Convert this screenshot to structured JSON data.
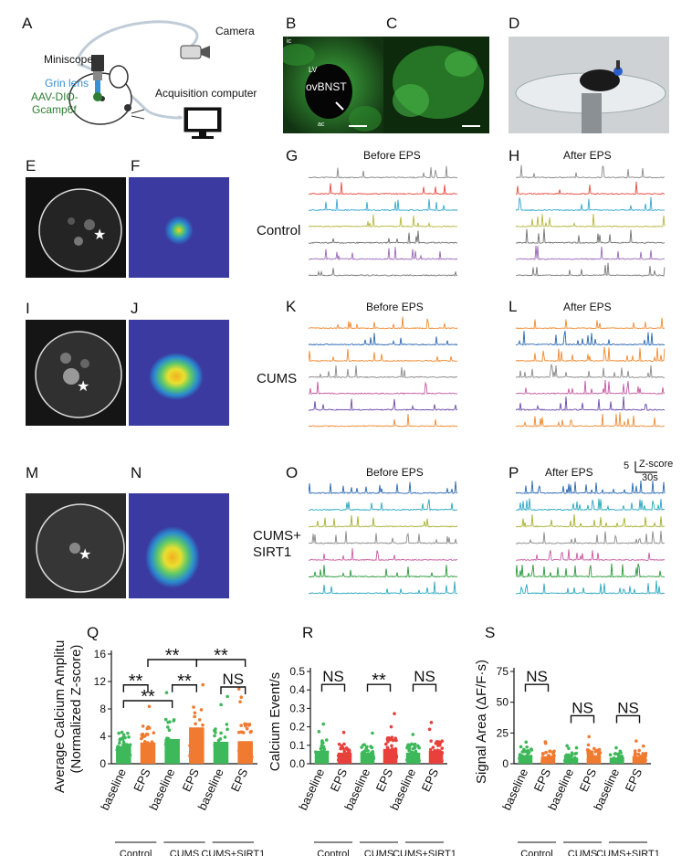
{
  "panels": {
    "A": "A",
    "B": "B",
    "C": "C",
    "D": "D",
    "E": "E",
    "F": "F",
    "G": "G",
    "H": "H",
    "I": "I",
    "J": "J",
    "K": "K",
    "L": "L",
    "M": "M",
    "N": "N",
    "O": "O",
    "P": "P",
    "Q": "Q",
    "R": "R",
    "S": "S"
  },
  "panelA": {
    "camera": "Camera",
    "miniscope": "Miniscope",
    "grin_lens": "Grin lens",
    "virus_line1": "AAV-DIO-",
    "virus_line2": "Gcamp6f",
    "acquisition": "Acquisition computer",
    "colors": {
      "grin": "#3a8fd0",
      "virus": "#2e7d32"
    }
  },
  "panelB": {
    "ic": "ic",
    "lv": "LV",
    "ovbnst": "ovBNST",
    "ac": "ac"
  },
  "traces": {
    "before": "Before EPS",
    "after": "After EPS",
    "control": "Control",
    "cums": "CUMS",
    "cums_sirt1_line1": "CUMS+",
    "cums_sirt1_line2": "SIRT1",
    "scale_value": "5",
    "scale_unit": "Z-score",
    "scale_time": "30s",
    "control_colors": [
      "#8a8a8a",
      "#e8483c",
      "#35a8d0",
      "#b5b83a",
      "#707070",
      "#9a6ab8",
      "#7a7a7a"
    ],
    "cums_colors": [
      "#f08a30",
      "#2a68b0",
      "#f08a30",
      "#8a8a8a",
      "#c35aa0",
      "#6a4aa8",
      "#f08a30"
    ],
    "sirt1_colors": [
      "#2a68b0",
      "#2aa8c0",
      "#a8b030",
      "#8a8a8a",
      "#c85aa0",
      "#2a9a3a",
      "#2aa8c0"
    ]
  },
  "groups": [
    "Control",
    "CUMS",
    "CUMS+SIRT1"
  ],
  "x_ticks": [
    "baseline",
    "EPS",
    "baseline",
    "EPS",
    "baseline",
    "EPS"
  ],
  "chart_data": [
    {
      "type": "bar",
      "ylabel_line1": "Average Calcium Amplitude",
      "ylabel_line2": "(Normalized Z-score)",
      "ylim": [
        0,
        16
      ],
      "yticks": [
        "0",
        "4",
        "8",
        "12",
        "16"
      ],
      "categories": [
        "baseline",
        "EPS",
        "baseline",
        "EPS",
        "baseline",
        "EPS"
      ],
      "values": [
        2.6,
        3.1,
        3.6,
        5.3,
        3.2,
        3.3
      ],
      "bar_colors": [
        "#3db85a",
        "#f07a30",
        "#3db85a",
        "#f07a30",
        "#3db85a",
        "#f07a30"
      ],
      "annotations": [
        "**",
        "**",
        "**",
        "**",
        "**",
        "NS"
      ]
    },
    {
      "type": "bar",
      "ylabel": "Calcium Event/s",
      "ylim": [
        0,
        0.5
      ],
      "yticks": [
        "0.0",
        "0.1",
        "0.2",
        "0.3",
        "0.4",
        "0.5"
      ],
      "categories": [
        "baseline",
        "EPS",
        "baseline",
        "EPS",
        "baseline",
        "EPS"
      ],
      "values": [
        0.07,
        0.06,
        0.06,
        0.08,
        0.06,
        0.07
      ],
      "bar_colors": [
        "#3db85a",
        "#e8403a",
        "#3db85a",
        "#e8403a",
        "#3db85a",
        "#e8403a"
      ],
      "annotations": [
        "NS",
        "**",
        "NS"
      ]
    },
    {
      "type": "bar",
      "ylabel": "Signal Area (ΔF/F·s)",
      "ylim": [
        0,
        75
      ],
      "yticks": [
        "0",
        "25",
        "50",
        "75"
      ],
      "categories": [
        "baseline",
        "EPS",
        "baseline",
        "EPS",
        "baseline",
        "EPS"
      ],
      "values": [
        7,
        6,
        5,
        7,
        5,
        6
      ],
      "bar_colors": [
        "#3db85a",
        "#f07a30",
        "#3db85a",
        "#f07a30",
        "#3db85a",
        "#f07a30"
      ],
      "annotations": [
        "NS",
        "NS",
        "NS"
      ]
    }
  ]
}
